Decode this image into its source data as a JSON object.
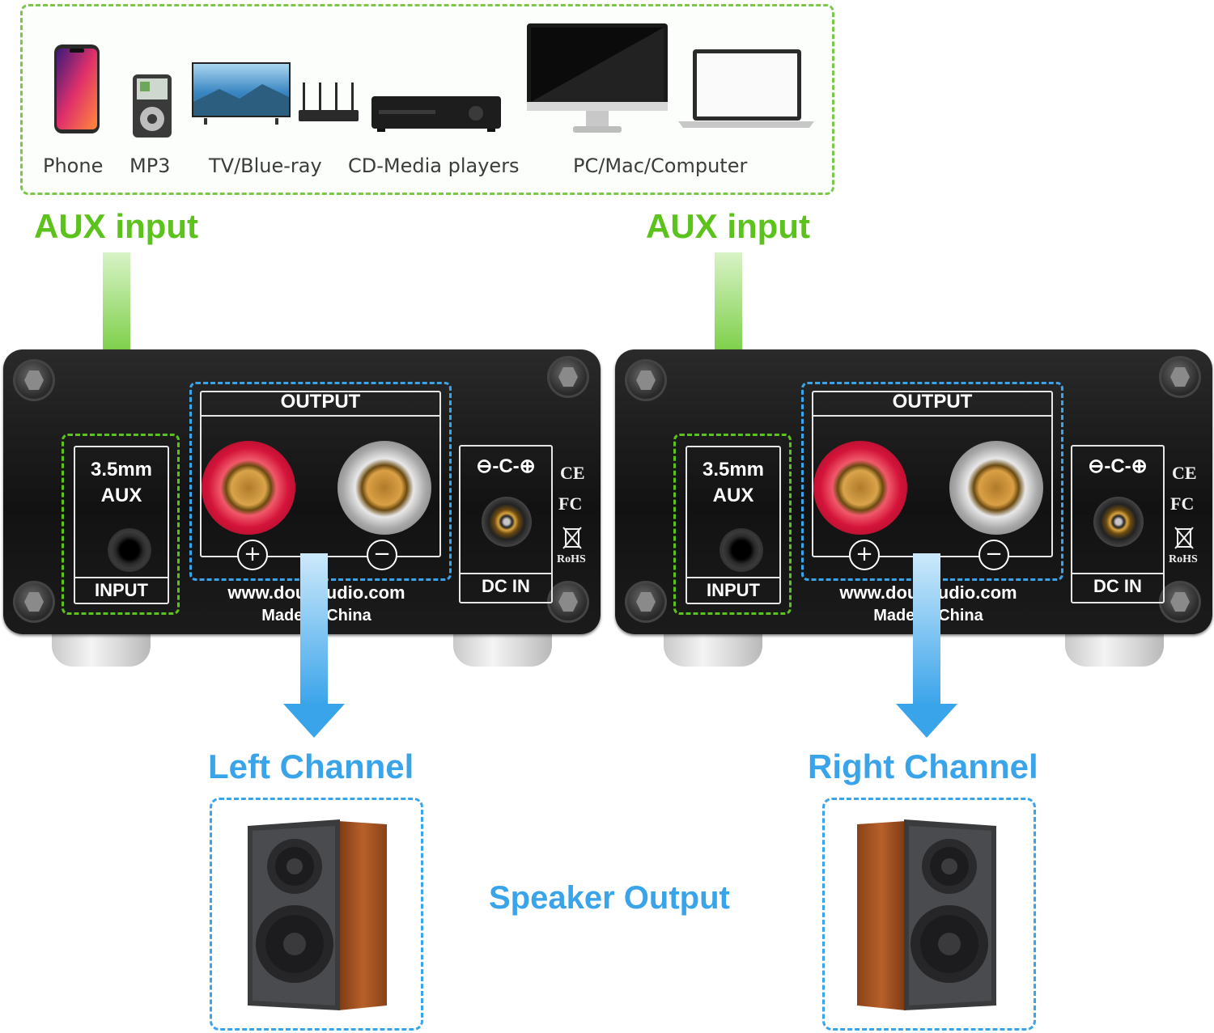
{
  "sources": {
    "labels": [
      "Phone",
      "MP3",
      "TV/Blue-ray",
      "CD-Media players",
      "PC/Mac/Computer"
    ]
  },
  "aux_labels": [
    "AUX input",
    "AUX input"
  ],
  "amplifier": {
    "input_size": "3.5mm",
    "input_type": "AUX",
    "input_label": "INPUT",
    "output_label": "OUTPUT",
    "plus": "+",
    "minus": "−",
    "dc_label": "DC IN",
    "polarity": "⊖-C-⊕",
    "website": "www.doukaudio.com",
    "origin": "Made in China",
    "cert_ce": "CE",
    "cert_fc": "FC",
    "cert_rohs": "RoHS"
  },
  "channels": [
    "Left Channel",
    "Right Channel"
  ],
  "speaker_output": "Speaker Output",
  "colors": {
    "green": "#5cc21c",
    "blue": "#3aa4ea"
  }
}
